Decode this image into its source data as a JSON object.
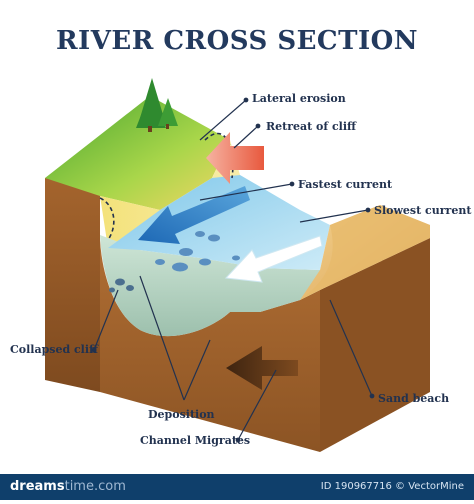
{
  "title": "RIVER CROSS SECTION",
  "labels": {
    "lateral_erosion": "Lateral erosion",
    "retreat_of_cliff": "Retreat of cliff",
    "fastest_current": "Fastest current",
    "slowest_current": "Slowest current",
    "collapsed_cliff": "Collapsed cliff",
    "deposition": "Deposition",
    "channel_migrates": "Channel Migrates",
    "sand_beach": "Sand beach"
  },
  "footer": {
    "brand_main": "dreams",
    "brand_dim": "time.com",
    "id_text": "ID 190967716 © VectorMine"
  },
  "colors": {
    "title": "#233a5e",
    "grass": "#6cbd3f",
    "soil": "#a8672f",
    "water": "#a9dcf0",
    "arrow_blue": "#1d68b5",
    "arrow_red": "#e8593e",
    "sand": "#e7b96a"
  }
}
